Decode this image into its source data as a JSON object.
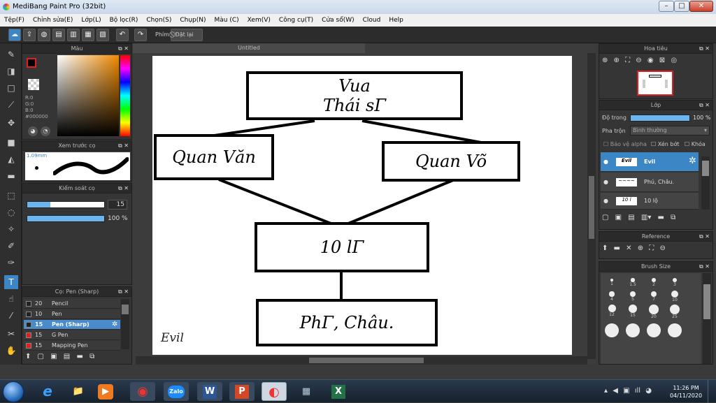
{
  "window": {
    "title": "MediBang Paint Pro (32bit)",
    "min": "–",
    "max": "□",
    "close": "✕"
  },
  "menu": [
    "Tệp(F)",
    "Chỉnh sửa(E)",
    "Lớp(L)",
    "Bộ lọc(R)",
    "Chọn(S)",
    "Chụp(N)",
    "Màu (C)",
    "Xem(V)",
    "Công cụ(T)",
    "Cửa sổ(W)",
    "Cloud",
    "Help"
  ],
  "toolbar": {
    "phim_label": "Phím",
    "dat_lai_label": "Đặt lại"
  },
  "color_panel": {
    "title": "Màu",
    "r": "R:0",
    "g": "G:0",
    "b": "B:0",
    "hex": "#000000",
    "fg": "#000000",
    "bg": "#ffffff"
  },
  "brush_preview": {
    "title": "Xem trước cọ",
    "size": "1.09mm"
  },
  "brush_control": {
    "title": "Kiểm soát cọ",
    "size_value": "15",
    "size_fill": 0.3,
    "opacity_value": "100 %",
    "opacity_fill": 1.0
  },
  "brush_list": {
    "title": "Cọ: Pen (Sharp)",
    "items": [
      {
        "size": "20",
        "name": "Pencil",
        "color": "#222222"
      },
      {
        "size": "10",
        "name": "Pen",
        "color": "#222222"
      },
      {
        "size": "15",
        "name": "Pen (Sharp)",
        "color": "#222222"
      },
      {
        "size": "15",
        "name": "G Pen",
        "color": "#e02020"
      },
      {
        "size": "15",
        "name": "Mapping Pen",
        "color": "#e02020"
      }
    ]
  },
  "canvas": {
    "tab": "Untitled",
    "nodes": {
      "king_line1": "Vua",
      "king_line2": "Thái sΓ",
      "left": "Quan Văn",
      "right": "Quan Võ",
      "middle": "10 lΓ",
      "bottom": "PhΓ, Châu."
    },
    "signature": "Evil"
  },
  "navigator": {
    "title": "Hoa tiêu"
  },
  "layer_panel": {
    "title": "Lớp",
    "opacity_label": "Độ trong",
    "opacity_value": "100 %",
    "opacity_fill": 1.0,
    "blend_label": "Pha trộn",
    "blend_value": "Bình thường",
    "protect_alpha": "Bảo vệ alpha",
    "clip": "Xén bớt",
    "lock": "Khóa",
    "layers": [
      {
        "name": "Evil",
        "thumb": "Evil"
      },
      {
        "name": "Phú, Châu.",
        "thumb": "~~~~"
      },
      {
        "name": "10 lộ",
        "thumb": "10 l"
      }
    ]
  },
  "reference": {
    "title": "Reference"
  },
  "brush_size": {
    "title": "Brush Size",
    "sizes": [
      "1",
      "1.5",
      "2",
      "3",
      "4",
      "5",
      "7",
      "10",
      "12",
      "15",
      "20",
      "25"
    ]
  },
  "taskbar": {
    "time": "11:26 PM",
    "date": "04/11/2020",
    "apps": [
      "e",
      "📁",
      "▶",
      "◉",
      "Zalo",
      "W",
      "P",
      "◐",
      "▦",
      "X"
    ]
  }
}
